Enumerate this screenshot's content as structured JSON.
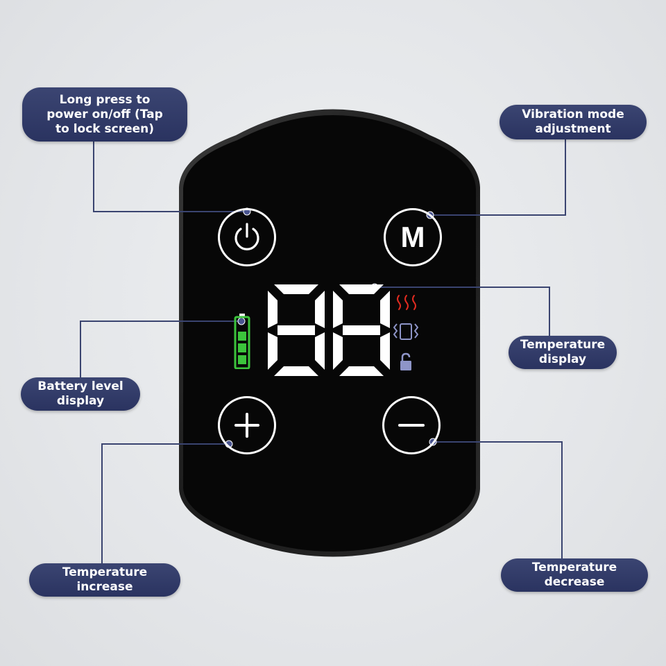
{
  "callouts": {
    "power": "Long press to\npower on/off (Tap\nto lock screen)",
    "mode": "Vibration mode\nadjustment",
    "temperature_display": "Temperature\ndisplay",
    "battery": "Battery level\ndisplay",
    "temp_increase": "Temperature\nincrease",
    "temp_decrease": "Temperature\ndecrease"
  },
  "device": {
    "mode_button_label": "M",
    "display_value": "88",
    "battery_level": 0.75,
    "icons": {
      "power": "power-icon",
      "mode": "mode-letter",
      "plus": "plus-icon",
      "minus": "minus-icon",
      "heat": "heat-waves-icon",
      "vibration": "vibration-icon",
      "lock": "lock-icon",
      "battery": "battery-icon"
    }
  },
  "colors": {
    "pill_bg": "#2f3866",
    "connector_line": "#3a4470",
    "device_body": "#0a0a0a",
    "segment_on": "#ffffff",
    "heat_icon": "#e02b20",
    "battery_fill": "#3cc43c",
    "status_icon": "#8e95c8"
  }
}
